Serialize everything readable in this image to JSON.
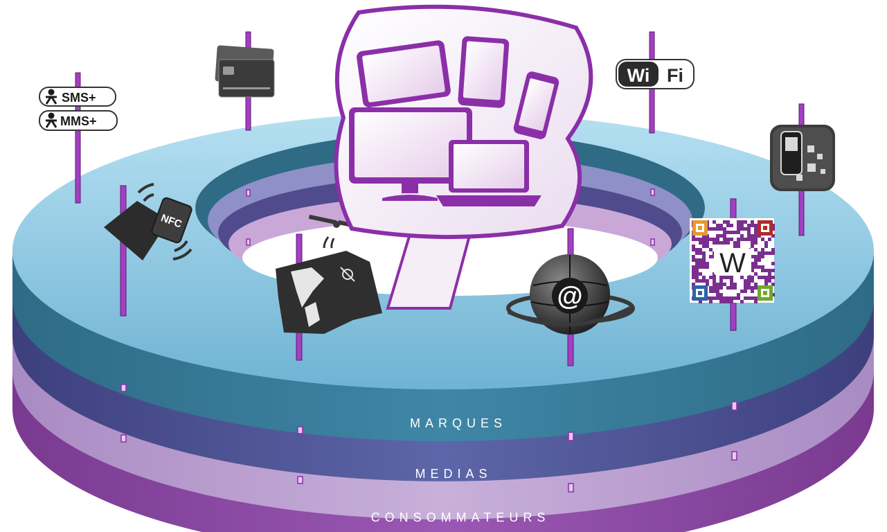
{
  "layers": [
    {
      "label": "MARQUES",
      "color": "#3d7c99"
    },
    {
      "label": "MEDIAS",
      "color": "#4f4b8c"
    },
    {
      "label": "CONSOMMATEURS",
      "color": "#8e4d9e"
    }
  ],
  "badges": {
    "sms": "SMS+",
    "mms": "MMS+",
    "nfc": "NFC",
    "wifi_left": "Wi",
    "wifi_right": "Fi",
    "at": "@",
    "qr_letter": "W"
  },
  "colors": {
    "accent": "#8b2fa8",
    "ring_top": "#9fd3ec",
    "ring_marques": "#3d7c99",
    "ring_medias": "#4f4b8c",
    "ring_consommateurs": "#8e4d9e"
  }
}
